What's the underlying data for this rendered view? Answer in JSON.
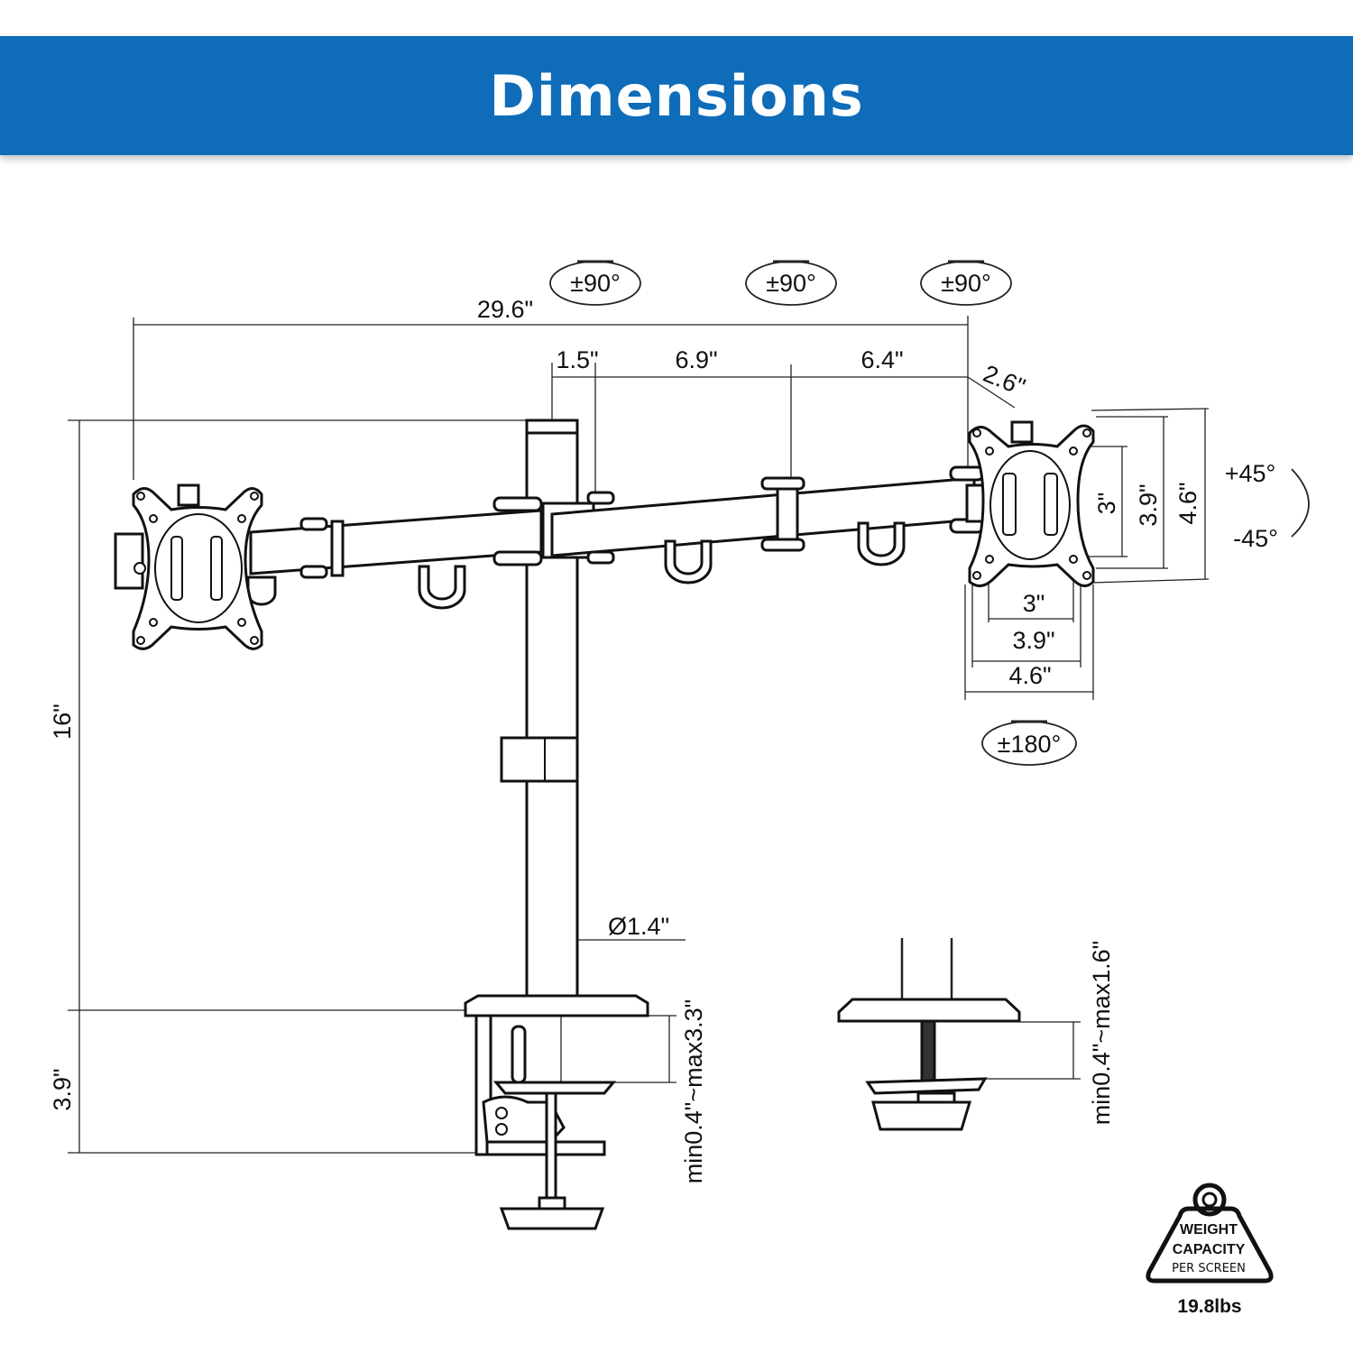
{
  "header": {
    "title": "Dimensions"
  },
  "dimensions": {
    "total_width": "29.6\"",
    "arm_1": "1.5\"",
    "arm_2": "6.9\"",
    "arm_3": "6.4\"",
    "arm_4": "2.6\"",
    "pole_height": "16\"",
    "clamp_height": "3.9\"",
    "pole_diameter": "Ø1.4\"",
    "clamp_range": "min0.4\"~max3.3\"",
    "grommet_range": "min0.4\"~max1.6\"",
    "vesa_v_small": "3\"",
    "vesa_v_large": "3.9\"",
    "plate_v": "4.6\"",
    "vesa_h_small": "3\"",
    "vesa_h_large": "3.9\"",
    "plate_h": "4.6\""
  },
  "rotations": {
    "joint_1": "±90°",
    "joint_2": "±90°",
    "joint_3": "±90°",
    "tilt_up": "+45°",
    "tilt_down": "-45°",
    "swivel": "±180°"
  },
  "badge": {
    "line1": "WEIGHT",
    "line2": "CAPACITY",
    "line3": "PER SCREEN",
    "value": "19.8lbs"
  }
}
